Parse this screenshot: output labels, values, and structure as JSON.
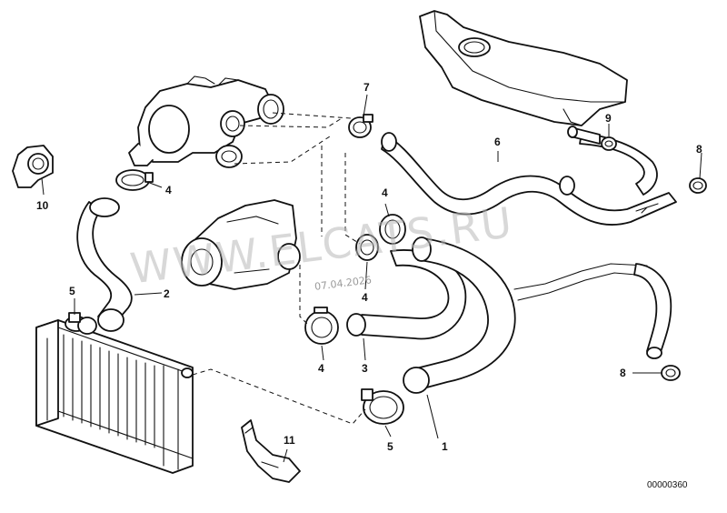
{
  "diagram": {
    "parts": [
      {
        "id": "hose-1",
        "label": "1"
      },
      {
        "id": "hose-2",
        "label": "2"
      },
      {
        "id": "hose-3",
        "label": "3"
      },
      {
        "id": "clamp-4a",
        "label": "4"
      },
      {
        "id": "clamp-4b",
        "label": "4"
      },
      {
        "id": "clamp-4c",
        "label": "4"
      },
      {
        "id": "clamp-4d",
        "label": "4"
      },
      {
        "id": "clamp-5a",
        "label": "5"
      },
      {
        "id": "clamp-5b",
        "label": "5"
      },
      {
        "id": "hose-6",
        "label": "6"
      },
      {
        "id": "clamp-7",
        "label": "7"
      },
      {
        "id": "clamp-8a",
        "label": "8"
      },
      {
        "id": "clamp-8b",
        "label": "8"
      },
      {
        "id": "clamp-9",
        "label": "9"
      },
      {
        "id": "bracket-10",
        "label": "10"
      },
      {
        "id": "bracket-11",
        "label": "11"
      }
    ],
    "drawing_number": "00000360"
  },
  "watermark": {
    "text": "WWW.ELCATS.RU",
    "date": "07.04.2026"
  }
}
